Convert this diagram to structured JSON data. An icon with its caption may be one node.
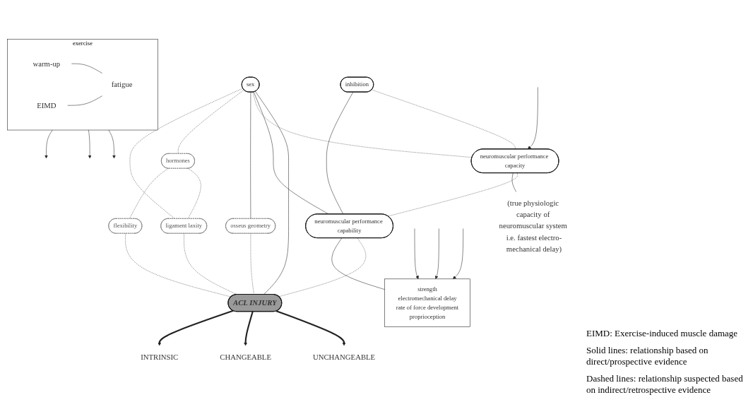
{
  "diagram": {
    "nodes": [
      {
        "text": [
          "UNCHANGEABLE"
        ]
      },
      {
        "text": [
          "ACL INJURY"
        ]
      },
      {
        "text": [
          "CHANGEABLE"
        ]
      },
      {
        "text": [
          "exercise"
        ]
      },
      {
        "text": [
          "warm-up"
        ],
        "in": 3
      },
      {
        "text": [
          "EIMD"
        ],
        "in": 3
      },
      {
        "text": [
          "fatigue"
        ],
        "in": 3
      },
      {
        "text": [
          "osseus geometry"
        ]
      },
      {
        "text": [
          "hormones"
        ]
      },
      {
        "text": [
          "ligament laxity"
        ]
      },
      {
        "text": [
          "neuromuscular performance capacity"
        ]
      },
      {
        "text": [
          "inhibition"
        ]
      },
      {
        "text": [
          "flexibility"
        ]
      },
      {
        "text": [
          "neuromuscular performance capability"
        ]
      },
      {
        "text": [
          "strength",
          "electromechanical delay",
          "rate of force development",
          "proprioception"
        ]
      },
      {
        "text": [
          "sex"
        ]
      },
      {
        "text": [
          "(true physiologic capacity of neuromuscular system i.e. fastest electro-mechanical delay)"
        ]
      },
      {
        "text": [
          "INTRINSIC"
        ]
      }
    ],
    "edges": [
      {
        "from": 1,
        "to": 0,
        "arrow": "to",
        "style": "thick"
      },
      {
        "from": 1,
        "to": 2,
        "arrow": "to",
        "style": "thick"
      },
      {
        "from": 1,
        "to": 17,
        "arrow": "to",
        "style": "thick"
      },
      {
        "from": 4,
        "to": 6,
        "arrow": "none"
      },
      {
        "from": 5,
        "to": 6,
        "arrow": "none"
      },
      {
        "from": 3,
        "to": null,
        "arrow": "to"
      },
      {
        "from": 3,
        "to": null,
        "arrow": "to"
      },
      {
        "from": 3,
        "to": null,
        "arrow": "to"
      },
      {
        "from": null,
        "to": 14,
        "arrow": "to"
      },
      {
        "from": null,
        "to": 14,
        "arrow": "to"
      },
      {
        "from": null,
        "to": 14,
        "arrow": "to"
      },
      {
        "from": null,
        "to": 10,
        "arrow": "to"
      },
      {
        "from": 15,
        "to": 1,
        "arrow": "none"
      },
      {
        "from": 15,
        "to": 13,
        "arrow": "none"
      },
      {
        "from": 15,
        "to": 10,
        "arrow": "none",
        "style": "dashed"
      },
      {
        "from": 15,
        "to": 7,
        "arrow": "none"
      },
      {
        "from": 15,
        "to": 8,
        "arrow": "none",
        "style": "dashed"
      },
      {
        "from": 15,
        "to": 9,
        "arrow": "none",
        "style": "dashed"
      },
      {
        "from": 7,
        "to": 1,
        "arrow": "none",
        "style": "dashed"
      },
      {
        "from": 10,
        "to": 13,
        "arrow": "none",
        "style": "dashed"
      },
      {
        "from": 8,
        "to": 9,
        "arrow": "none",
        "style": "dashed"
      },
      {
        "from": 8,
        "to": 12,
        "arrow": "none",
        "style": "dashed"
      },
      {
        "from": 11,
        "to": 10,
        "arrow": "none",
        "style": "dashed"
      },
      {
        "from": 11,
        "to": 13,
        "arrow": "none"
      },
      {
        "from": 9,
        "to": 1,
        "arrow": "none",
        "style": "dashed"
      },
      {
        "from": 12,
        "to": 1,
        "arrow": "none",
        "style": "dashed"
      },
      {
        "from": 13,
        "to": 1,
        "arrow": "none",
        "style": "dashed"
      },
      {
        "from": 13,
        "to": 14,
        "arrow": "none"
      },
      {
        "from": 10,
        "to": 16,
        "arrow": "none"
      }
    ],
    "labels": [
      "EIMD: Exercise-induced muscle damage",
      "Solid lines: relationship based on direct/prospective evidence",
      "Dashed lines: relationship suspected based on indirect/retrospective evidence"
    ]
  }
}
